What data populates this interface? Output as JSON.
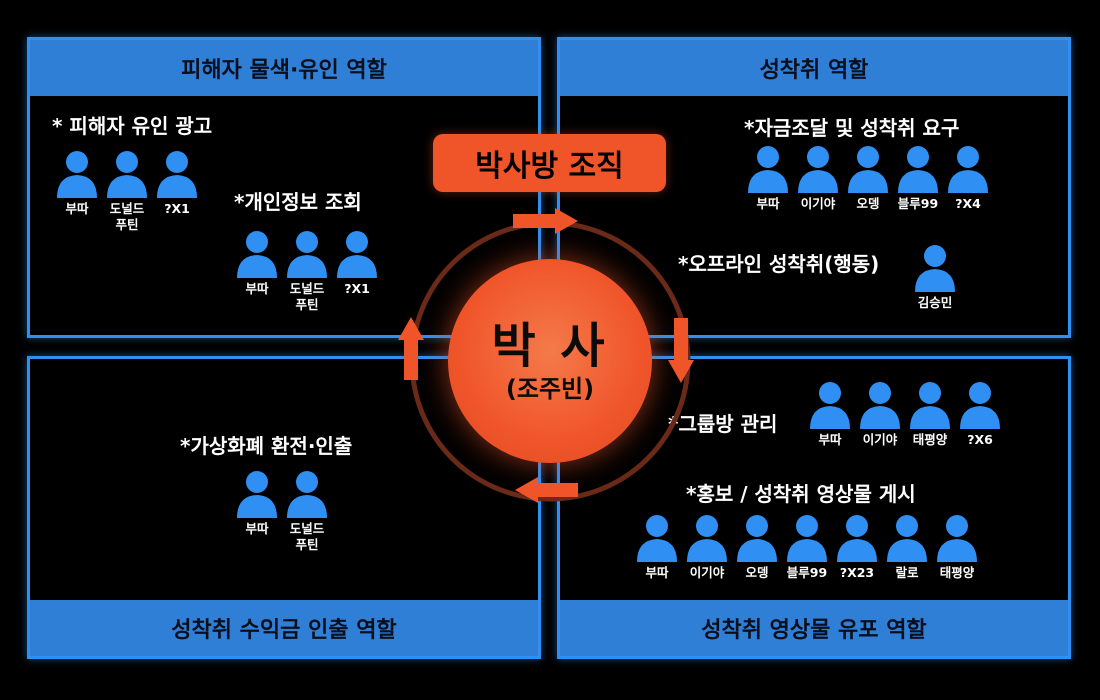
{
  "org_title": "박사방 조직",
  "center": {
    "name": "박 사",
    "alias": "(조주빈)"
  },
  "panels": {
    "top_left": {
      "header": "피해자 물색·유인 역할",
      "groups": [
        {
          "title": "* 피해자 유인 광고",
          "members": [
            "부따",
            "도널드\n푸틴",
            "?X1"
          ]
        },
        {
          "title": "*개인정보 조회",
          "members": [
            "부따",
            "도널드\n푸틴",
            "?X1"
          ]
        }
      ]
    },
    "top_right": {
      "header": "성착취 역할",
      "groups": [
        {
          "title": "*자금조달 및 성착취 요구",
          "members": [
            "부따",
            "이기야",
            "오뎅",
            "블루99",
            "?X4"
          ]
        },
        {
          "title": "*오프라인 성착취(행동)",
          "members": [
            "김승민"
          ]
        }
      ]
    },
    "bottom_left": {
      "header": "성착취 수익금 인출 역할",
      "groups": [
        {
          "title": "*가상화폐 환전·인출",
          "members": [
            "부따",
            "도널드\n푸틴"
          ]
        }
      ]
    },
    "bottom_right": {
      "header": "성착취 영상물 유포 역할",
      "groups": [
        {
          "title": "*그룹방 관리",
          "members": [
            "부따",
            "이기야",
            "태평양",
            "?X6"
          ]
        },
        {
          "title": "*홍보 / 성착취 영상물 게시",
          "members": [
            "부따",
            "이기야",
            "오뎅",
            "블루99",
            "?X23",
            "랄로",
            "태평양"
          ]
        }
      ]
    }
  },
  "colors": {
    "panel_border": "#2f8ff2",
    "header_bg": "#2f7fd6",
    "accent": "#f0552a",
    "person": "#2f8ff2",
    "ring": "#6b2a18"
  },
  "icons": {
    "member": "person-icon",
    "flow": "arrow-icon"
  }
}
